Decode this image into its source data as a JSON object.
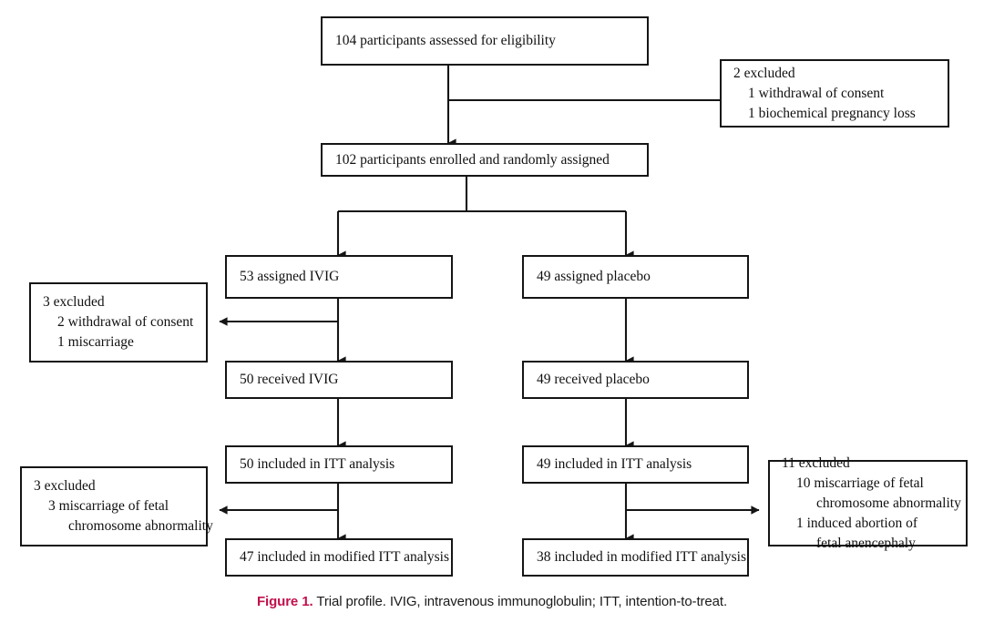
{
  "figure": {
    "caption_label": "Figure 1.",
    "caption_text": " Trial profile. IVIG, intravenous immunoglobulin; ITT, intention-to-treat.",
    "accent_color": "#c2104a",
    "line_color": "#151515",
    "background": "#ffffff"
  },
  "nodes": {
    "assessed": {
      "line0": "104 participants assessed for eligibility"
    },
    "excluded_screening": {
      "line0": "2 excluded",
      "line1": "1 withdrawal of consent",
      "line2": "1 biochemical pregnancy loss"
    },
    "enrolled": {
      "line0": "102 participants enrolled and randomly assigned"
    },
    "assigned_ivig": {
      "line0": "53 assigned IVIG"
    },
    "assigned_placebo": {
      "line0": "49 assigned placebo"
    },
    "excluded_ivig": {
      "line0": "3 excluded",
      "line1": "2 withdrawal of consent",
      "line2": "1 miscarriage"
    },
    "received_ivig": {
      "line0": "50 received IVIG"
    },
    "received_placebo": {
      "line0": "49 received placebo"
    },
    "itt_ivig": {
      "line0": "50 included in ITT analysis"
    },
    "itt_placebo": {
      "line0": "49 included in ITT analysis"
    },
    "excluded_mitt_ivig": {
      "line0": "3 excluded",
      "line1": "3 miscarriage of fetal",
      "line2": "chromosome abnormality"
    },
    "excluded_mitt_placebo": {
      "line0": "11 excluded",
      "line1": "10 miscarriage of fetal",
      "line2": "chromosome abnormality",
      "line3": "1 induced abortion of",
      "line4": "fetal anencephaly"
    },
    "mitt_ivig": {
      "line0": "47 included in modified ITT analysis"
    },
    "mitt_placebo": {
      "line0": "38 included in modified ITT analysis"
    }
  },
  "chart_data": {
    "type": "diagram",
    "title": "Trial profile (CONSORT flow diagram)",
    "stages": [
      {
        "stage": "assessed for eligibility",
        "n": 104
      },
      {
        "stage": "excluded at screening",
        "n": 2,
        "reasons": [
          {
            "reason": "withdrawal of consent",
            "n": 1
          },
          {
            "reason": "biochemical pregnancy loss",
            "n": 1
          }
        ]
      },
      {
        "stage": "enrolled and randomly assigned",
        "n": 102
      }
    ],
    "arms": [
      {
        "name": "IVIG",
        "assigned": 53,
        "excluded_after_assignment": {
          "n": 3,
          "reasons": [
            {
              "reason": "withdrawal of consent",
              "n": 2
            },
            {
              "reason": "miscarriage",
              "n": 1
            }
          ]
        },
        "received": 50,
        "itt": 50,
        "excluded_before_mitt": {
          "n": 3,
          "reasons": [
            {
              "reason": "miscarriage of fetal chromosome abnormality",
              "n": 3
            }
          ]
        },
        "modified_itt": 47
      },
      {
        "name": "placebo",
        "assigned": 49,
        "excluded_after_assignment": {
          "n": 0,
          "reasons": []
        },
        "received": 49,
        "itt": 49,
        "excluded_before_mitt": {
          "n": 11,
          "reasons": [
            {
              "reason": "miscarriage of fetal chromosome abnormality",
              "n": 10
            },
            {
              "reason": "induced abortion of fetal anencephaly",
              "n": 1
            }
          ]
        },
        "modified_itt": 38
      }
    ]
  }
}
